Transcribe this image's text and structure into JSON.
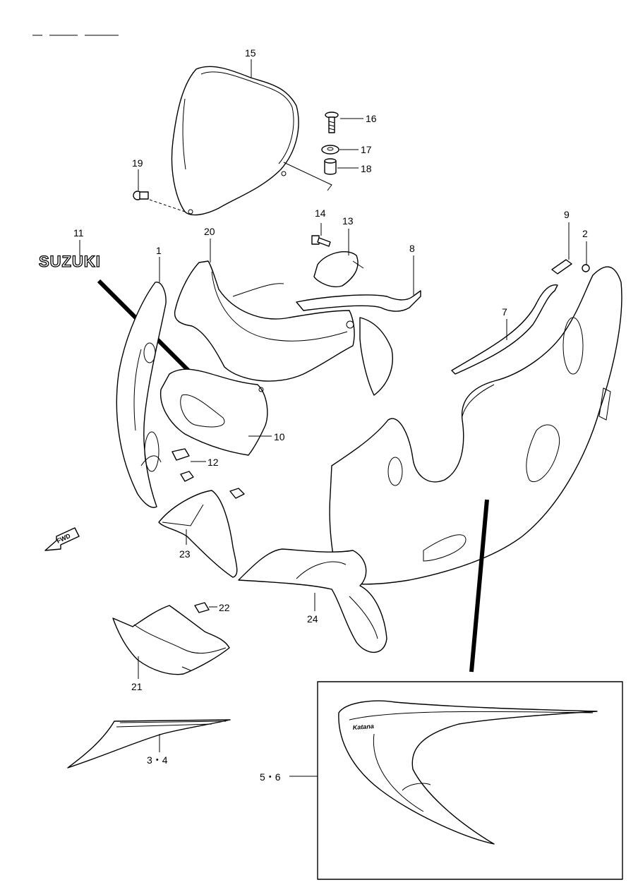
{
  "callouts": {
    "c1": "1",
    "c2": "2",
    "c3_4": "3・4",
    "c5_6": "5・6",
    "c7": "7",
    "c8": "8",
    "c9": "9",
    "c10": "10",
    "c11": "11",
    "c12": "12",
    "c13": "13",
    "c14": "14",
    "c15": "15",
    "c16": "16",
    "c17": "17",
    "c18": "18",
    "c19": "19",
    "c20": "20",
    "c21": "21",
    "c22": "22",
    "c23": "23",
    "c24": "24"
  },
  "emblem_text": "SUZUKI",
  "direction_arrow_text": "FWD",
  "decal_script_text": "Katana"
}
